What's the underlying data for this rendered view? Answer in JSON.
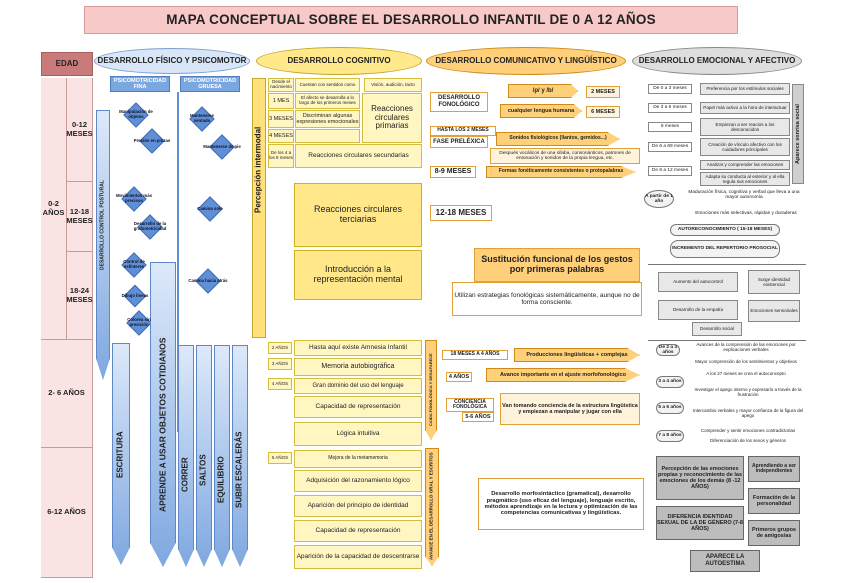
{
  "title": "MAPA CONCEPTUAL SOBRE EL DESARROLLO INFANTIL DE 0 A 12 AÑOS",
  "axis": {
    "head": "EDAD",
    "group_0_2": "0-2 AÑOS",
    "m_0_12": "0-12 MESES",
    "m_12_18": "12-18 MESES",
    "m_18_24": "18-24 MESES",
    "y_2_6": "2- 6 AÑOS",
    "y_6_12": "6-12 AÑOS"
  },
  "fisico": {
    "header": "DESARROLLO FÍSICO Y PSICOMOTOR",
    "fina": "PSICOMOTRICIDAD FINA",
    "gruesa": "PSICOMOTRICIDAD GRUESA",
    "control_postural": "DESARROLLO CONTROL POSTURAL",
    "fina_items": [
      "Manipulación de objetos",
      "Presión en pinzas",
      "Movimientos más precisos",
      "Desarrollo de la grafomotricidad",
      "Control de esfínteres",
      "Dibujo lineas",
      "Colorea sin presición"
    ],
    "gruesa_items": [
      "Mantenerse sentado",
      "Mantenerse de pie",
      "Camina solo",
      "Camina hacia atrás"
    ],
    "bars": [
      "ESCRITURA",
      "APRENDE A USAR OBJETOS COTIDIANOS",
      "CORRER",
      "SALTOS",
      "EQUILIBRIO",
      "SUBIR ESCALERÁS"
    ]
  },
  "cognitivo": {
    "header": "DESARROLLO COGNITIVO",
    "perception": "Percepción intermodal",
    "rows": [
      {
        "age": "Desde el nacimiento",
        "text": "Cuentan con sentidos como"
      },
      {
        "age": "1 MES",
        "text": "El afecto se desarrolla a lo largo de los primeros meses"
      },
      {
        "age": "3 MESES",
        "text": "Discriminan algunas expresiones emocionales"
      },
      {
        "age": "4 MESES",
        "text": ""
      },
      {
        "age": "De los 4 a los 8 meses",
        "text": "Reacciones circulares secundarias"
      }
    ],
    "senses": "Visión, audición, tacto",
    "primarias": "Reacciones circulares primarias",
    "terciarias": "Reacciones circulares terciarias",
    "representacion": "Introducción a la representación mental",
    "stages": [
      {
        "age": "2 AÑOS",
        "text": "Hasta aquí existe Amnesia Infantil"
      },
      {
        "age": "3 AÑOS",
        "text": "Memoria autobiográfica"
      },
      {
        "age": "4 AÑOS",
        "text": "Gran dominio del uso del lenguaje"
      },
      {
        "age": "",
        "text": "Capacidad de representación"
      },
      {
        "age": "",
        "text": "Lógica intuitiva"
      },
      {
        "age": "5 AÑOS",
        "text": "Mejora de la metamemoria"
      },
      {
        "age": "",
        "text": "Adquisición del razonamiento lógico"
      },
      {
        "age": "",
        "text": "Aparición del principio de identidad"
      },
      {
        "age": "",
        "text": "Capacidad de representación"
      },
      {
        "age": "",
        "text": "Aparición de la capacidad de descentrarse"
      }
    ]
  },
  "comunicativo": {
    "header": "DESARROLLO COMUNICATIVO Y LINGÜÍSTICO",
    "fonologico": "DESARROLLO FONOLÓGICO",
    "pl_bl": "/p/ y /b/",
    "dos_meses": "2 MESES",
    "lengua_humana": "cualquier lengua humana",
    "seis_meses": "6 MESES",
    "hasta_dos_meses": "HASTA LOS 2 MESES",
    "prelexica": "FASE PRELÉXICA",
    "sonidos": "Sonidos fisiológicos (llantos, gemidos...)",
    "despues": "Después vocálicos de una sílaba, consonánticos, patrones de entonación y sonidos de la propia lengua, etc.",
    "meses_8_9": "8-9 MESES",
    "formas": "Formas fonéticamente consistentes o protopalabras",
    "meses_12_18": "12-18 MESES",
    "sustitucion": "Sustitución funcional de los gestos por primeras palabras",
    "estrategias": "Utilizan estrategias fonológicas sistemáticamente, aunque no de forma consciente.",
    "caida": "CAIDA FONOLÓGICA Y DESAPARECE",
    "meses_18_24": "18 MESES A 4 AÑOS",
    "producciones": "Producciones lingüísticas + complejas",
    "cuatro_anos": "4 AÑOS",
    "avance_morfo": "Avance importante en el ajuste morfofonológico",
    "conciencia": "CONCIENCIA FONOLÓGICA",
    "cinco_seis": "5-6 AÑOS",
    "conciencia_text": "Van tomando conciencia de la estructura lingüística y empiezan a manipular y jugar con ella",
    "avance_oral": "AVANCE EN EL DESARROLLO ORAL Y ESCRITOS",
    "morfosintactico": "Desarrollo morfosintáctico (gramatical), desarrollo pragmático (uso eficaz del lenguaje), lenguaje escrito, métodos aprendizaje en la lectura y optimización de las competencias comunicativas y lingüísticas."
  },
  "emocional": {
    "header": "DESARROLLO EMOCIONAL Y AFECTIVO",
    "early_ages": [
      "De 0 a 3 meses",
      "De 3 a 6 meses",
      "8 meses",
      "De 6 a 69 meses",
      "De 8 a 12 meses"
    ],
    "early_items": [
      "Preferencia por los estímulos sociales",
      "Papel más activo a la hora de interactuar",
      "Empiezan a ser reacios a los desconocidos",
      "Creación de vínculo afectivo con los cuidadores principales",
      "Analizar y comprender las emociones",
      "Adapta su conducta al exterior y al ella regula sus emociones"
    ],
    "sonrisa": "Aparece sonrisa social",
    "partir": "A partir de 1 año",
    "maduracion": "Maduración física, cognitiva y verbal que lleva a una mayor autonomía",
    "emociones_selectivas": "Emociones más selectivas, rápidas y duraderas",
    "auto": "AUTORECONOCIMIENTO ( 15-18 MESES)",
    "repertorio": "INCREMENTO DEL REPERTORIO PROSOCIAL",
    "mid": [
      "Aumento del autocontrol",
      "Surge identidad existencial",
      "Desarrollo de la empatía",
      "Emociones sensoriales",
      "Desarrollo social"
    ],
    "late_ages": [
      "De 2 a 3 años",
      "3 a 4 años",
      "5 a 6 años",
      "7 a 8 años"
    ],
    "late_items": [
      "Avances de la comprensión de las emociones por explicaciones verbales",
      "Mayor comprensión de los sentimientos y objetivos",
      "A los 27 meses se crea el autoconcepto",
      "Investigar el apego interno y expresarlo a través de la frustración",
      "Intercambio verbales y mayor confianza de la figura del apego",
      "Comprender y sentir emociones contradictorias",
      "Diferenciación de los sexos y géneros"
    ],
    "final": [
      "Percepción de las emociones propias y reconocimiento de las emociones de los demás (8 -12 AÑOS)",
      "Aprendiendo a ser independientes",
      "Formación de la personalidad",
      "DIFERENCIA IDENTIDAD SEXUAL DE LA DE GÉNERO (7-8 AÑOS)",
      "Primeros grupos de amigos/as",
      "APARECE LA AUTOESTIMA"
    ]
  }
}
